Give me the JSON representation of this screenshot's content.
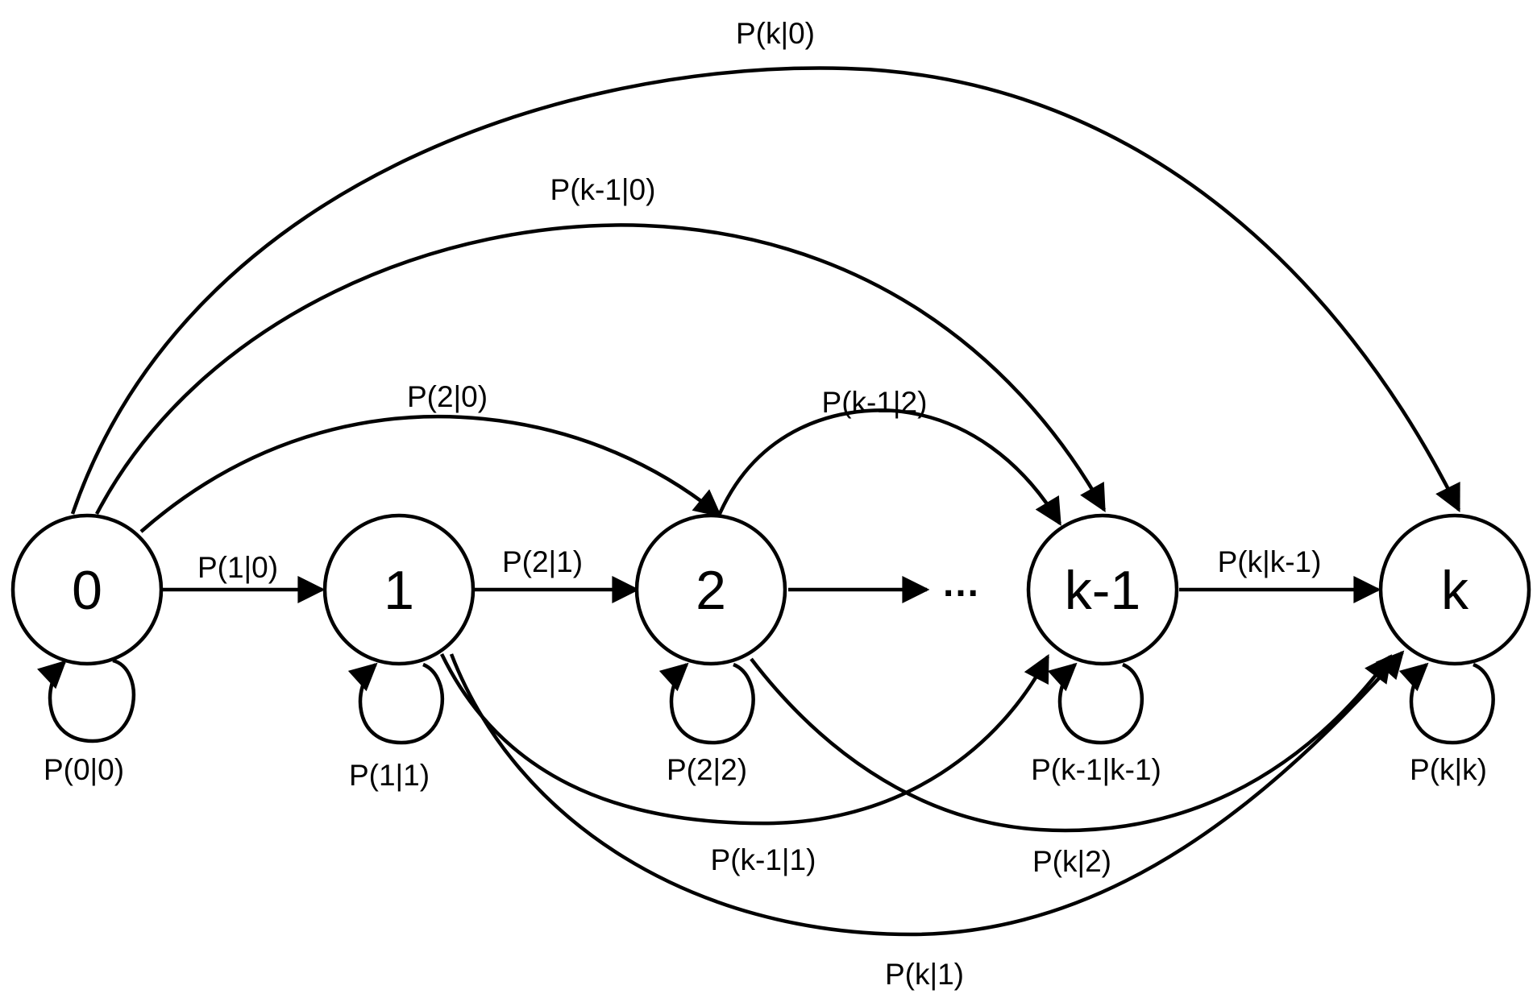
{
  "states": [
    {
      "id": "s0",
      "label": "0"
    },
    {
      "id": "s1",
      "label": "1"
    },
    {
      "id": "s2",
      "label": "2"
    },
    {
      "id": "sk1",
      "label": "k-1"
    },
    {
      "id": "sk",
      "label": "k"
    }
  ],
  "ellipsis": "…",
  "transitions": {
    "p_0_0": "P(0|0)",
    "p_1_0": "P(1|0)",
    "p_2_0": "P(2|0)",
    "p_k1_0": "P(k-1|0)",
    "p_k_0": "P(k|0)",
    "p_1_1": "P(1|1)",
    "p_2_1": "P(2|1)",
    "p_k1_1": "P(k-1|1)",
    "p_k_1": "P(k|1)",
    "p_2_2": "P(2|2)",
    "p_k1_2": "P(k-1|2)",
    "p_k_2": "P(k|2)",
    "p_k1_k1": "P(k-1|k-1)",
    "p_k_k1": "P(k|k-1)",
    "p_k_k": "P(k|k)"
  },
  "colors": {
    "stroke": "#000000",
    "background": "#ffffff"
  }
}
